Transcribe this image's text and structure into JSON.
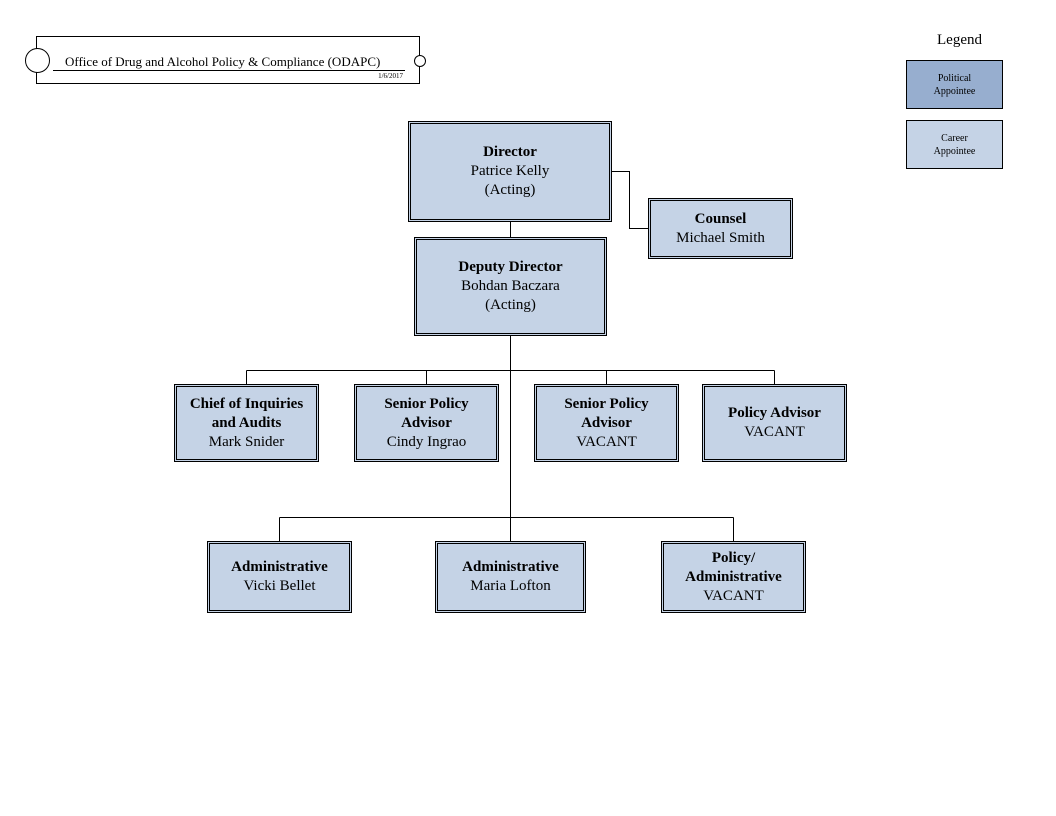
{
  "header": {
    "title": "Office of Drug and Alcohol Policy & Compliance (ODAPC)",
    "date": "1/6/2017"
  },
  "legend": {
    "title": "Legend",
    "political": "Political Appointee",
    "career": "Career Appointee",
    "colors": {
      "political": "#97aecf",
      "career": "#c5d3e6"
    }
  },
  "nodes": {
    "director": {
      "role": "Director",
      "name": "Patrice Kelly",
      "note": "(Acting)"
    },
    "counsel": {
      "role": "Counsel",
      "name": "Michael Smith"
    },
    "deputy": {
      "role": "Deputy Director",
      "name": "Bohdan Baczara",
      "note": "(Acting)"
    },
    "chief": {
      "role": "Chief of Inquiries and Audits",
      "name": "Mark Snider"
    },
    "spa1": {
      "role": "Senior Policy Advisor",
      "name": "Cindy Ingrao"
    },
    "spa2": {
      "role": "Senior Policy Advisor",
      "name": "VACANT"
    },
    "pa": {
      "role": "Policy Advisor",
      "name": "VACANT"
    },
    "admin1": {
      "role": "Administrative",
      "name": "Vicki Bellet"
    },
    "admin2": {
      "role": "Administrative",
      "name": "Maria Lofton"
    },
    "poladmin": {
      "role": "Policy/ Administrative",
      "name": "VACANT"
    }
  }
}
